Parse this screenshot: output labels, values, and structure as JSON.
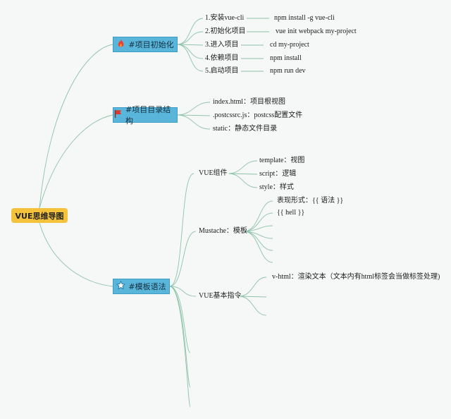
{
  "root": {
    "label": "VUE思维导图"
  },
  "topics": [
    {
      "label": "#项目初始化",
      "icon": "flame-icon",
      "children": [
        {
          "label": "1.安装vue-cli",
          "value": "npm install -g vue-cli"
        },
        {
          "label": "2.初始化项目",
          "value": "vue init webpack my-project"
        },
        {
          "label": "3.进入项目",
          "value": "cd my-project"
        },
        {
          "label": "4.依赖项目",
          "value": "npm install"
        },
        {
          "label": "5.启动项目",
          "value": "npm run dev"
        }
      ]
    },
    {
      "label": "#项目目录结构",
      "icon": "flag-icon",
      "children": [
        {
          "label": "index.html：项目根视图"
        },
        {
          "label": ".postcssrc.js：postcss配置文件"
        },
        {
          "label": "static：静态文件目录"
        }
      ]
    },
    {
      "label": "#模板语法",
      "icon": "star-icon",
      "children": [
        {
          "label": "VUE组件",
          "children": [
            "template：视图",
            "script：逻辑",
            "style：样式"
          ]
        },
        {
          "label": "Mustache：模板",
          "children": [
            "表现形式：{{ 语法 }}",
            "{{ hell }}"
          ]
        },
        {
          "label": "VUE基本指令",
          "children": [
            "v-html：渲染文本（文本内有html标签会当做标签处理)"
          ]
        }
      ]
    }
  ],
  "colors": {
    "line": "#8ec3a9",
    "topic": "#5ab5db",
    "root": "#f5c23c"
  }
}
